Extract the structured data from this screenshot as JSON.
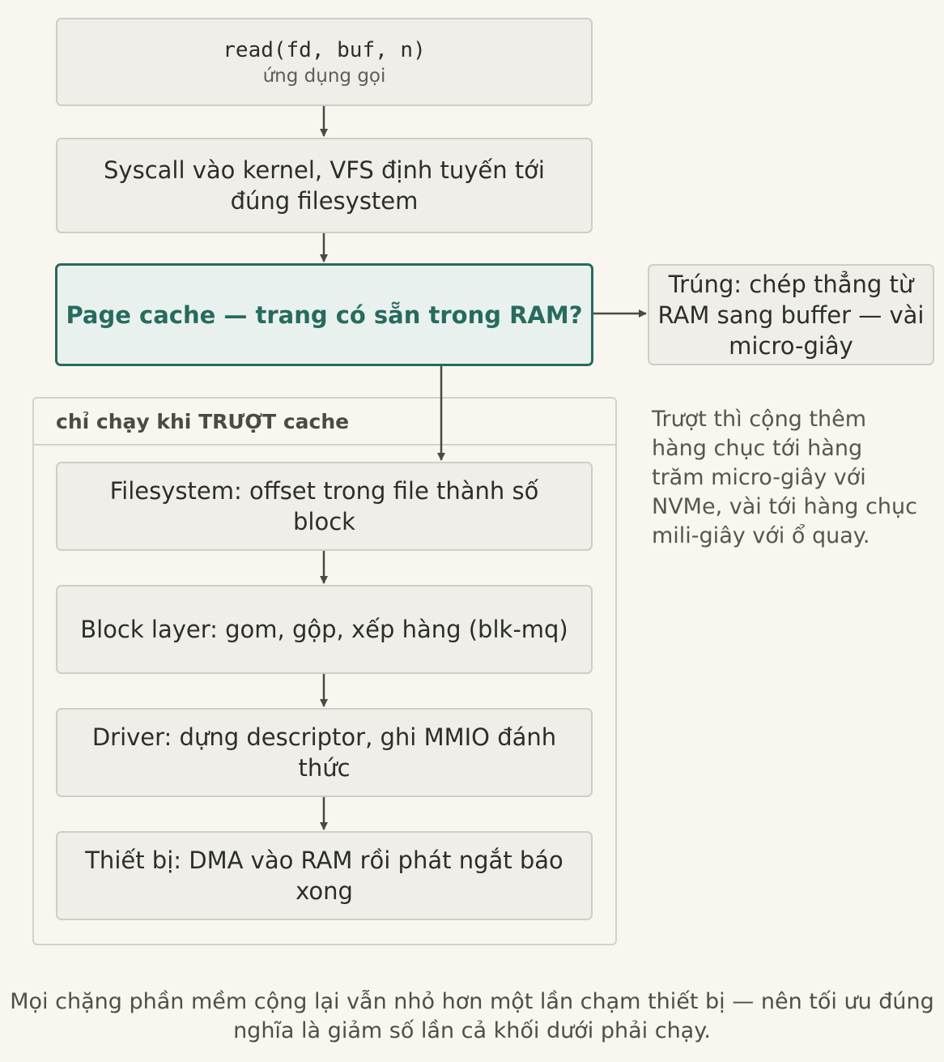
{
  "steps": {
    "read": {
      "code": "read(fd, buf, n)",
      "sub": "ứng dụng gọi"
    },
    "syscall": {
      "label": "Syscall vào kernel, VFS định tuyến tới đúng filesystem"
    },
    "page_cache": {
      "label": "Page cache — trang có sẵn trong RAM?"
    },
    "hit": {
      "label": "Trúng: chép thẳng từ RAM sang buffer — vài micro-giây"
    },
    "filesystem": {
      "label": "Filesystem: offset trong file thành số block"
    },
    "block_layer": {
      "label": "Block layer: gom, gộp, xếp hàng (blk-mq)"
    },
    "driver": {
      "label": "Driver: dựng descriptor, ghi MMIO đánh thức"
    },
    "device": {
      "label": "Thiết bị: DMA vào RAM rồi phát ngắt báo xong"
    }
  },
  "miss_group": {
    "title": "chỉ chạy khi TRƯỢT cache"
  },
  "miss_note": "Trượt thì cộng thêm hàng chục tới hàng trăm micro-giây với NVMe, vài tới hàng chục mili-giây với ổ quay.",
  "caption": "Mọi chặng phần mềm cộng lại vẫn nhỏ hơn một lần chạm thiết bị — nên tối ưu đúng nghĩa là giảm số lần cả khối dưới phải chạy.",
  "colors": {
    "accent": "#276b5e",
    "arrow": "#4a4a44",
    "box_fill": "#efeee9",
    "highlight_fill": "#e9f1ef"
  }
}
